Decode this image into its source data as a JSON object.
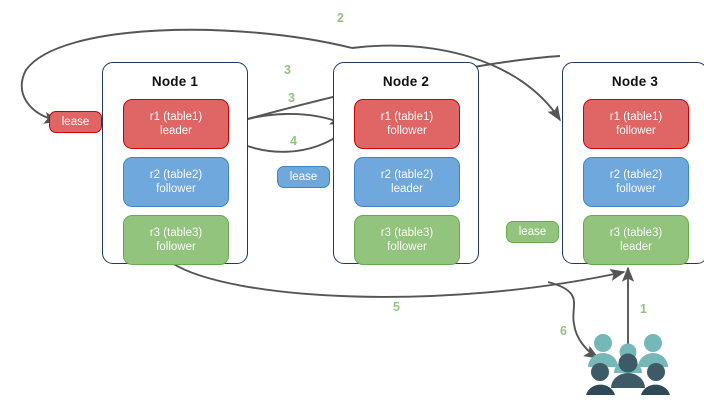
{
  "diagram": {
    "title": "raft-lease-node-diagram",
    "colors": {
      "red_fill": "#e06666",
      "red_border": "#cc0000",
      "blue_fill": "#6fa8dc",
      "blue_border": "#3d85c6",
      "green_fill": "#93c47d",
      "green_border": "#6aa84f",
      "node_border": "#1f3864",
      "arrow": "#555555",
      "label": "#93c47d",
      "users_light": "#76b7b7",
      "users_dark": "#3d5a66"
    }
  },
  "nodes": [
    {
      "title": "Node 1",
      "replicas": [
        {
          "line1": "r1 (table1)",
          "line2": "leader",
          "color": "red"
        },
        {
          "line1": "r2 (table2)",
          "line2": "follower",
          "color": "blue"
        },
        {
          "line1": "r3 (table3)",
          "line2": "follower",
          "color": "green"
        }
      ]
    },
    {
      "title": "Node 2",
      "replicas": [
        {
          "line1": "r1 (table1)",
          "line2": "follower",
          "color": "red"
        },
        {
          "line1": "r2 (table2)",
          "line2": "leader",
          "color": "blue"
        },
        {
          "line1": "r3 (table3)",
          "line2": "follower",
          "color": "green"
        }
      ]
    },
    {
      "title": "Node 3",
      "replicas": [
        {
          "line1": "r1 (table1)",
          "line2": "follower",
          "color": "red"
        },
        {
          "line1": "r2 (table2)",
          "line2": "follower",
          "color": "blue"
        },
        {
          "line1": "r3 (table3)",
          "line2": "leader",
          "color": "green"
        }
      ]
    }
  ],
  "leases": [
    {
      "label": "lease",
      "color": "red"
    },
    {
      "label": "lease",
      "color": "blue"
    },
    {
      "label": "lease",
      "color": "green"
    }
  ],
  "step_labels": [
    {
      "text": "2"
    },
    {
      "text": "3"
    },
    {
      "text": "3"
    },
    {
      "text": "4"
    },
    {
      "text": "5"
    },
    {
      "text": "1"
    },
    {
      "text": "6"
    }
  ],
  "icons": {
    "users": "users-group-icon"
  }
}
